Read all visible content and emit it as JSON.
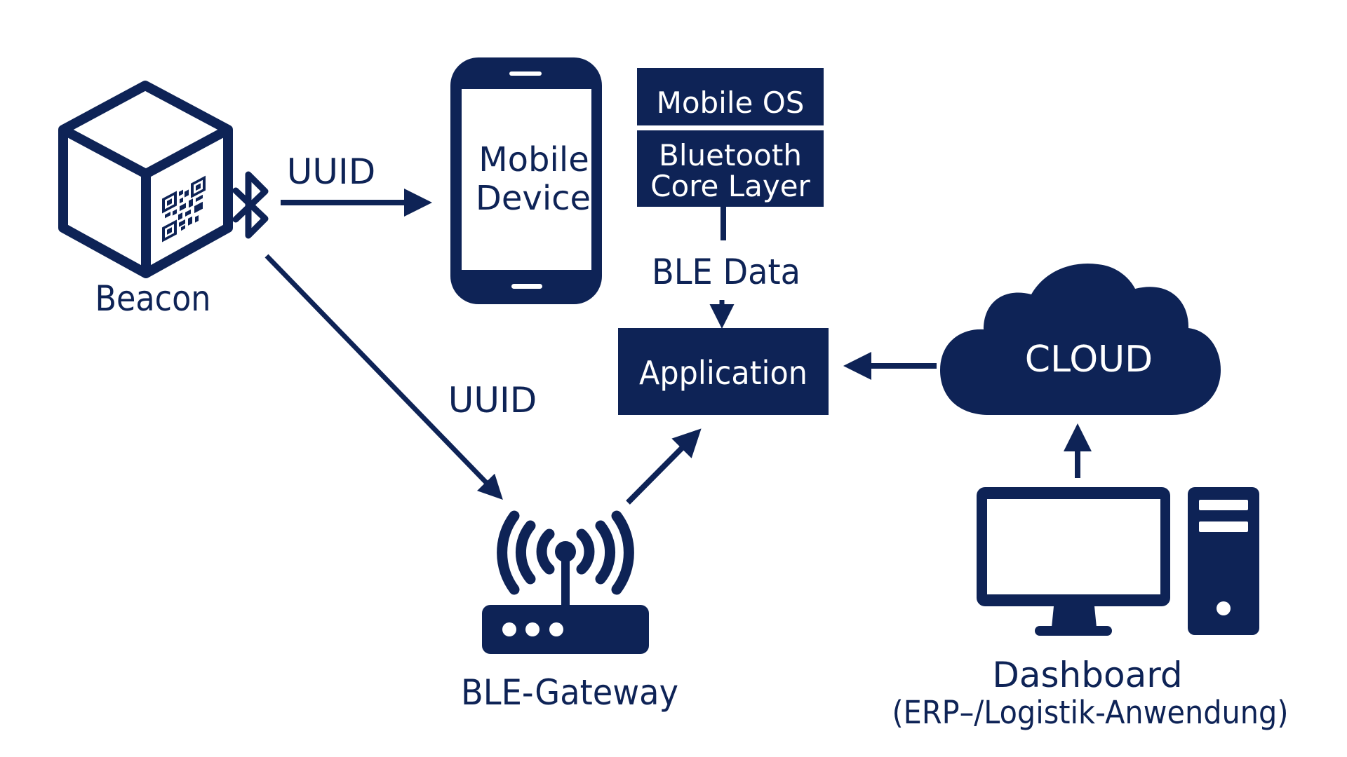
{
  "diagram": {
    "title": "BLE beacon tracking architecture",
    "colors": {
      "primary": "#0e2356",
      "background": "#ffffff",
      "inverse_text": "#ffffff"
    },
    "nodes": {
      "beacon": {
        "label": "Beacon",
        "icon": "beacon-cube-qr-icon"
      },
      "mobile_device": {
        "label_line1": "Mobile",
        "label_line2": "Device",
        "icon": "smartphone-icon"
      },
      "mobile_os": {
        "label": "Mobile OS"
      },
      "bluetooth_core": {
        "label_line1": "Bluetooth",
        "label_line2": "Core Layer"
      },
      "application": {
        "label": "Application"
      },
      "cloud": {
        "label": "CLOUD",
        "icon": "cloud-icon"
      },
      "gateway": {
        "label": "BLE-Gateway",
        "icon": "router-antenna-icon"
      },
      "dashboard": {
        "label": "Dashboard",
        "sublabel": "(ERP–/Logistik-Anwendung)",
        "icon": "desktop-computer-icon"
      }
    },
    "edges": {
      "beacon_to_mobile": {
        "label": "UUID"
      },
      "beacon_to_gateway": {
        "label": "UUID"
      },
      "core_to_application": {
        "label": "BLE Data"
      },
      "gateway_to_application": {
        "label": ""
      },
      "cloud_to_application": {
        "label": ""
      },
      "dashboard_to_cloud": {
        "label": ""
      }
    }
  }
}
